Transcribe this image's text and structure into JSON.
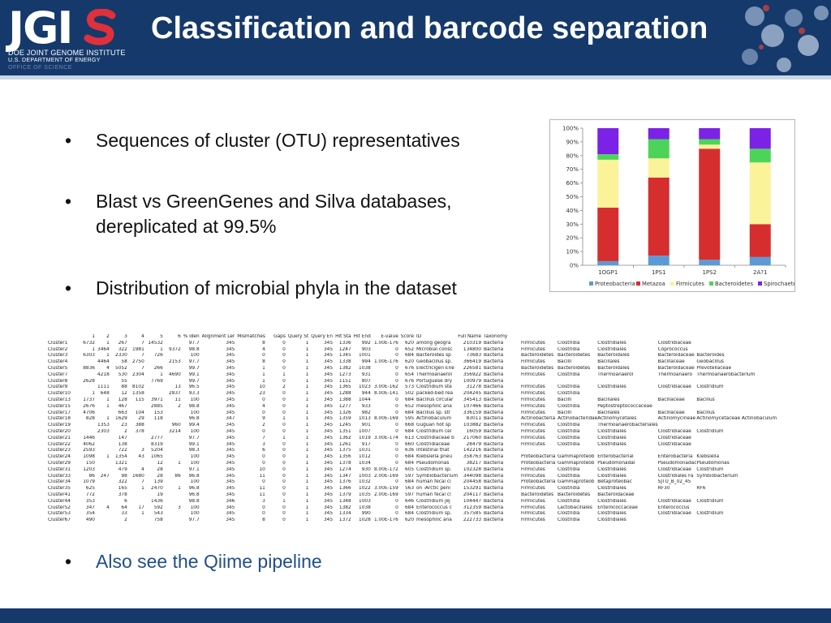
{
  "header": {
    "logo_text": "JGI",
    "logo_sub1": "DOE JOINT GENOME INSTITUTE",
    "logo_sub2": "U.S. DEPARTMENT OF ENERGY",
    "logo_sub3": "OFFICE OF SCIENCE",
    "title": "Classification and barcode separation",
    "colors": {
      "header_bg": "#15396b",
      "logo_s": "#e0303c"
    }
  },
  "bullets": [
    {
      "text": "Sequences of cluster (OTU) representatives"
    },
    {
      "text": "Blast vs GreenGenes and Silva databases, dereplicated at 99.5%"
    },
    {
      "text": "Distribution of microbial phyla in the dataset"
    },
    {
      "text": "Also see the Qiime pipeline"
    }
  ],
  "bullet_symbol": "•",
  "chart_data": {
    "type": "bar",
    "stacked": true,
    "categories": [
      "1OGP1",
      "1PS1",
      "1PS2",
      "2A?1"
    ],
    "yticks": [
      "0%",
      "10%",
      "20%",
      "30%",
      "40%",
      "50%",
      "60%",
      "70%",
      "80%",
      "90%",
      "100%"
    ],
    "ylim": [
      0,
      100
    ],
    "legend_position": "bottom",
    "series": [
      {
        "name": "Proteobacteria",
        "color": "#5b9bd5",
        "values": [
          3,
          7,
          4,
          6
        ]
      },
      {
        "name": "Metazoa",
        "color": "#d62e2e",
        "values": [
          39,
          57,
          81,
          24
        ]
      },
      {
        "name": "Firmicutes",
        "color": "#fbf39a",
        "values": [
          35,
          14,
          3,
          45
        ]
      },
      {
        "name": "Bacteroidetes",
        "color": "#4cd45a",
        "values": [
          4,
          14,
          4,
          10
        ]
      },
      {
        "name": "Spirochaetes",
        "color": "#7b22e6",
        "values": [
          19,
          8,
          8,
          15
        ]
      }
    ]
  },
  "table": {
    "headers": [
      "",
      "1",
      "2",
      "3",
      "4",
      "5",
      "6",
      "% iden",
      "Alignment Ler",
      "Mismatches",
      "Gaps",
      "Query St",
      "Query En",
      "Hit Sta",
      "Hit End",
      "E-value",
      "Score",
      "ID",
      "Full Name",
      "Taxonomy",
      "",
      "",
      "",
      "",
      ""
    ],
    "rows": [
      [
        "Cluster1",
        "6732",
        "1",
        "267",
        "7",
        "14532",
        "",
        "97.7",
        "345",
        "8",
        "0",
        "1",
        "345",
        "1336",
        "992",
        "1.00E-176",
        "620",
        "among geogra",
        "210319",
        "Bacteria",
        "Firmicutes",
        "Clostridia",
        "Clostridiales",
        "Clostridiaceae",
        ""
      ],
      [
        "Cluster2",
        "1",
        "3464",
        "322",
        "1981",
        "1",
        "9372",
        "98.8",
        "345",
        "4",
        "0",
        "1",
        "345",
        "1247",
        "903",
        "0",
        "652",
        "Microbial consc",
        "134800",
        "Bacteria",
        "Firmicutes",
        "Clostridia",
        "Clostridiales",
        "Coprococcus",
        ""
      ],
      [
        "Cluster3",
        "6303",
        "1",
        "2330",
        "7",
        "726",
        "",
        "100",
        "345",
        "0",
        "0",
        "1",
        "345",
        "1345",
        "1001",
        "0",
        "684",
        "Bacteroides sp",
        "73683",
        "Bacteria",
        "Bacteroidetes",
        "Bacteroidetes",
        "Bacteroidales",
        "Bacteroidaceae",
        "Bacteroides"
      ],
      [
        "Cluster4",
        "",
        "4464",
        "58",
        "2750",
        "",
        "2153",
        "97.7",
        "345",
        "8",
        "0",
        "1",
        "345",
        "1338",
        "994",
        "1.00E-176",
        "620",
        "Geobacillus sp.",
        "366419",
        "Bacteria",
        "Firmicutes",
        "Bacilli",
        "Bacillales",
        "Bacillaceae",
        "Geobacillus"
      ],
      [
        "Cluster5",
        "8836",
        "4",
        "5052",
        "7",
        "266",
        "",
        "99.7",
        "345",
        "1",
        "0",
        "1",
        "345",
        "1382",
        "1038",
        "0",
        "676",
        "Electricigen Ene",
        "226581",
        "Bacteria",
        "Bacteroidetes",
        "Bacteroidetes",
        "Bacteroidales",
        "Bacteroidaceae",
        "Prevotellaceae"
      ],
      [
        "Cluster7",
        "",
        "4218",
        "530",
        "2304",
        "1",
        "4690",
        "99.1",
        "345",
        "1",
        "1",
        "1",
        "345",
        "1273",
        "931",
        "0",
        "654",
        "Thermoanaerol",
        "356922",
        "Bacteria",
        "Firmicutes",
        "Clostridia",
        "Thermoanaerol",
        "Thermoanaero",
        "Thermoanaerobacterium"
      ],
      [
        "Cluster8",
        "2628",
        "",
        "55",
        "",
        "7769",
        "",
        "99.7",
        "345",
        "1",
        "0",
        "1",
        "345",
        "1151",
        "807",
        "0",
        "676",
        "Portuguese dry",
        "100979",
        "Bacteria",
        "",
        "",
        "",
        "",
        ""
      ],
      [
        "Cluster9",
        "",
        "1111",
        "88",
        "8102",
        "",
        "13",
        "96.5",
        "345",
        "10",
        "2",
        "1",
        "345",
        "1365",
        "1023",
        "3.00E-162",
        "573",
        "Clostridium ste",
        "31278",
        "Bacteria",
        "Firmicutes",
        "Clostridia",
        "Clostridiales",
        "Clostridiaceae",
        "Clostridium"
      ],
      [
        "Cluster10",
        "1",
        "648",
        "12",
        "1358",
        "",
        "2837",
        "93.3",
        "345",
        "23",
        "0",
        "1",
        "345",
        "1288",
        "944",
        "8.00E-141",
        "502",
        "packed-bed rea",
        "204245",
        "Bacteria",
        "Firmicutes",
        "Clostridia",
        "",
        "",
        ""
      ],
      [
        "Cluster13",
        "1737",
        "1",
        "128",
        "115",
        "3971",
        "11",
        "100",
        "345",
        "0",
        "0",
        "1",
        "345",
        "1388",
        "1044",
        "0",
        "684",
        "Bacillus circular",
        "345413",
        "Bacteria",
        "Firmicutes",
        "Bacilli",
        "Bacillales",
        "Bacillaceae",
        "Bacillus"
      ],
      [
        "Cluster15",
        "2676",
        "1",
        "467",
        "",
        "2885",
        "2",
        "98.8",
        "345",
        "4",
        "0",
        "1",
        "345",
        "1277",
        "933",
        "0",
        "652",
        "mesophilic ana",
        "107466",
        "Bacteria",
        "Firmicutes",
        "Clostridia",
        "Peptostreptococcaceae",
        "",
        ""
      ],
      [
        "Cluster17",
        "4706",
        "",
        "663",
        "104",
        "153",
        "",
        "100",
        "345",
        "0",
        "0",
        "1",
        "345",
        "1326",
        "982",
        "0",
        "684",
        "Bacillus sp. str",
        "336159",
        "Bacteria",
        "Firmicutes",
        "Bacilli",
        "Bacillales",
        "Bacillaceae",
        "Bacillus"
      ],
      [
        "Cluster18",
        "828",
        "1",
        "1629",
        "29",
        "118",
        "",
        "96.8",
        "347",
        "9",
        "1",
        "1",
        "345",
        "1359",
        "1013",
        "8.00E-169",
        "595",
        "Actinobaculum",
        "83011",
        "Bacteria",
        "Actinobacteria",
        "Actinobacteridae",
        "Actinomycetales",
        "Actinomycineae",
        "Actinomycetaceae Actinobaculum"
      ],
      [
        "Cluster19",
        "",
        "1353",
        "23",
        "388",
        "",
        "960",
        "99.4",
        "345",
        "2",
        "0",
        "1",
        "345",
        "1245",
        "901",
        "0",
        "668",
        "Guguan hot sp",
        "103882",
        "Bacteria",
        "Firmicutes",
        "Clostridia",
        "Thermoanaerobacteriales",
        "",
        ""
      ],
      [
        "Cluster20",
        "",
        "2303",
        "2",
        "378",
        "",
        "3214",
        "100",
        "345",
        "0",
        "0",
        "1",
        "345",
        "1351",
        "1007",
        "0",
        "684",
        "Clostridium cel",
        "16059",
        "Bacteria",
        "Firmicutes",
        "Clostridia",
        "Clostridiales",
        "Clostridiaceae",
        "Clostridium"
      ],
      [
        "Cluster21",
        "1446",
        "",
        "147",
        "",
        "2777",
        "",
        "97.7",
        "345",
        "7",
        "1",
        "1",
        "345",
        "1362",
        "1019",
        "3.00E-174",
        "613",
        "Clostridiaceae b",
        "217060",
        "Bacteria",
        "Firmicutes",
        "Clostridia",
        "Clostridiales",
        "Clostridiaceae",
        ""
      ],
      [
        "Cluster22",
        "4062",
        "",
        "138",
        "",
        "8319",
        "",
        "99.1",
        "345",
        "3",
        "0",
        "1",
        "345",
        "1261",
        "917",
        "0",
        "660",
        "Clostridiaceae",
        "28479",
        "Bacteria",
        "Firmicutes",
        "Clostridia",
        "Clostridiales",
        "Clostridiaceae",
        ""
      ],
      [
        "Cluster23",
        "2593",
        "",
        "722",
        "3",
        "5204",
        "",
        "98.3",
        "345",
        "6",
        "0",
        "1",
        "345",
        "1375",
        "1031",
        "0",
        "636",
        "intestinal that",
        "142216",
        "Bacteria",
        "",
        "",
        "",
        "",
        ""
      ],
      [
        "Cluster24",
        "1098",
        "1",
        "1354",
        "43",
        "1065",
        "",
        "100",
        "345",
        "0",
        "0",
        "1",
        "345",
        "1356",
        "1012",
        "0",
        "684",
        "Klebsiella pneu",
        "358763",
        "Bacteria",
        "Proteobacteria",
        "Gammaproteob",
        "Enterobacterial",
        "Enterobacteria",
        "Klebsiella"
      ],
      [
        "Cluster29",
        "150",
        "",
        "1321",
        "",
        "12",
        "1",
        "100",
        "345",
        "0",
        "0",
        "1",
        "345",
        "1378",
        "1034",
        "0",
        "684",
        "Pseudomonas",
        "38217",
        "Bacteria",
        "Proteobacteria",
        "Gammaproteob",
        "Pseudomonadal",
        "Pseudomonadac",
        "Pseudomonas"
      ],
      [
        "Cluster31",
        "1203",
        "",
        "479",
        "4",
        "28",
        "",
        "97.1",
        "345",
        "10",
        "0",
        "1",
        "345",
        "1274",
        "930",
        "8.00E-172",
        "605",
        "Clostridium sp.",
        "102328",
        "Bacteria",
        "Firmicutes",
        "Clostridia",
        "Clostridiales",
        "Clostridiaceae",
        "Clostridium"
      ],
      [
        "Cluster33",
        "86",
        "247",
        "98",
        "1680",
        "28",
        "86",
        "96.8",
        "345",
        "11",
        "0",
        "1",
        "345",
        "1347",
        "1003",
        "2.00E-169",
        "597",
        "Symbiobacterium",
        "344098",
        "Bacteria",
        "Firmicutes",
        "Clostridia",
        "Clostridiales",
        "Clostridiales Fa",
        "Symbiobacterium"
      ],
      [
        "Cluster34",
        "1079",
        "",
        "322",
        "7",
        "139",
        "",
        "100",
        "345",
        "0",
        "0",
        "1",
        "345",
        "1376",
        "1032",
        "0",
        "684",
        "human fecal cl",
        "204458",
        "Bacteria",
        "Proteobacteria",
        "Gammaproteob",
        "Betaproteobac",
        "SJTU_B_02_45",
        ""
      ],
      [
        "Cluster35",
        "625",
        "",
        "165",
        "1",
        "2470",
        "1",
        "96.8",
        "345",
        "11",
        "0",
        "1",
        "345",
        "1366",
        "1022",
        "3.00E-159",
        "563",
        "on -Arctic peni",
        "153291",
        "Bacteria",
        "Firmicutes",
        "Clostridia",
        "Clostridiales",
        "RF30",
        "RF6"
      ],
      [
        "Cluster41",
        "772",
        "",
        "378",
        "",
        "19",
        "",
        "96.8",
        "345",
        "11",
        "0",
        "1",
        "345",
        "1379",
        "1035",
        "2.00E-169",
        "597",
        "human fecal cl",
        "204117",
        "Bacteria",
        "Bacteroidetes",
        "Bacteroidetes",
        "Bacteroidaceae",
        "",
        ""
      ],
      [
        "Cluster44",
        "353",
        "",
        "6",
        "",
        "1436",
        "",
        "98.8",
        "346",
        "3",
        "1",
        "1",
        "345",
        "1348",
        "1003",
        "0",
        "646",
        "Clostridium jej",
        "104447",
        "Bacteria",
        "Firmicutes",
        "Clostridia",
        "Clostridiales",
        "Clostridiaceae",
        "Clostridium"
      ],
      [
        "Cluster52",
        "347",
        "4",
        "64",
        "17",
        "592",
        "3",
        "100",
        "345",
        "0",
        "0",
        "1",
        "345",
        "1382",
        "1038",
        "0",
        "684",
        "Enterococcus c",
        "312359",
        "Bacteria",
        "Firmicutes",
        "Lactobacillales",
        "Enterococcaceae",
        "Enterococcus",
        ""
      ],
      [
        "Cluster53",
        "354",
        "",
        "33",
        "1",
        "543",
        "",
        "100",
        "345",
        "0",
        "0",
        "1",
        "345",
        "1334",
        "990",
        "0",
        "684",
        "Clostridium sp.",
        "357585",
        "Bacteria",
        "Firmicutes",
        "Clostridia",
        "Clostridiales",
        "Clostridiaceae",
        "Clostridium"
      ],
      [
        "Cluster67",
        "490",
        "",
        "2",
        "",
        "758",
        "",
        "97.7",
        "345",
        "8",
        "0",
        "1",
        "345",
        "1372",
        "1028",
        "1.00E-176",
        "620",
        "mesophilic ana",
        "222733",
        "Bacteria",
        "Firmicutes",
        "Clostridia",
        "Clostridiales",
        "",
        ""
      ]
    ]
  }
}
